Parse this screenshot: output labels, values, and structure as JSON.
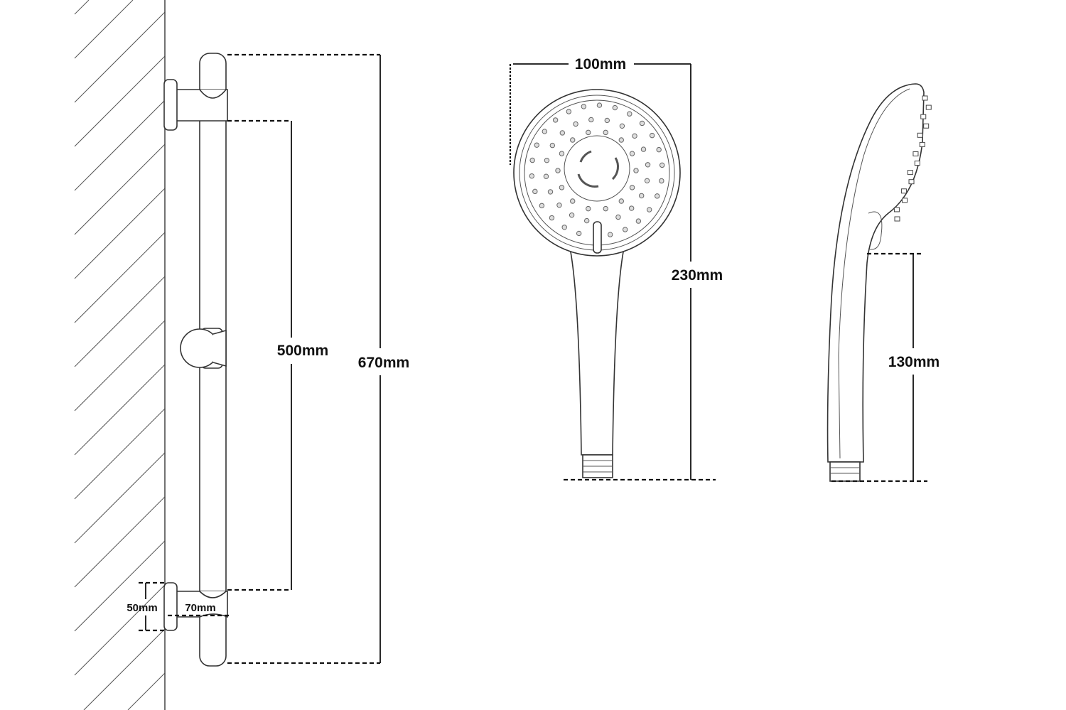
{
  "rail": {
    "total_height": "670mm",
    "bracket_spacing": "500mm",
    "bracket_height": "50mm",
    "bracket_depth": "70mm"
  },
  "handset_front": {
    "head_diameter": "100mm",
    "length": "230mm"
  },
  "handset_side": {
    "handle_length": "130mm"
  },
  "colors": {
    "line": "#333333",
    "dimension": "#111111",
    "background": "#ffffff"
  }
}
